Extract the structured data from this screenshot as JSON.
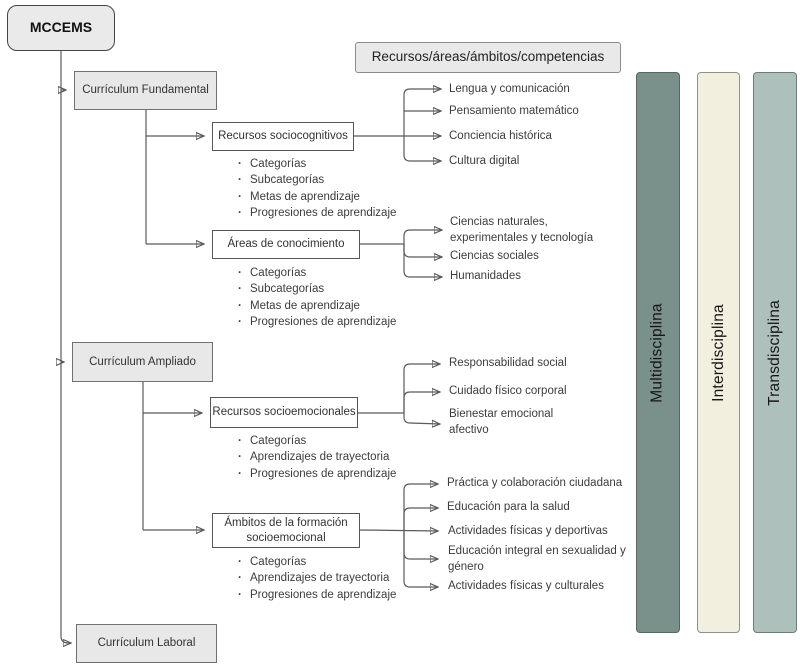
{
  "diagram": {
    "root": {
      "label": "MCCEMS"
    },
    "header": {
      "label": "Recursos/áreas/ámbitos/competencias"
    },
    "fundamental": {
      "label": "Currículum Fundamental",
      "sociocognitivos": {
        "label": "Recursos sociocognitivos",
        "bullets": [
          "Categorías",
          "Subcategorías",
          "Metas de aprendizaje",
          "Progresiones de aprendizaje"
        ],
        "targets": [
          "Lengua y comunicación",
          "Pensamiento matemático",
          "Conciencia histórica",
          "Cultura digital"
        ]
      },
      "areas": {
        "label": "Áreas de conocimiento",
        "bullets": [
          "Categorías",
          "Subcategorías",
          "Metas de aprendizaje",
          "Progresiones de aprendizaje"
        ],
        "targets": [
          "Ciencias naturales, experimentales y tecnología",
          "Ciencias sociales",
          "Humanidades"
        ]
      }
    },
    "ampliado": {
      "label": "Currículum Ampliado",
      "socioemocionales": {
        "label": "Recursos socioemocionales",
        "bullets": [
          "Categorías",
          "Aprendizajes de trayectoria",
          "Progresiones de aprendizaje"
        ],
        "targets": [
          "Responsabilidad social",
          "Cuidado físico corporal",
          "Bienestar emocional afectivo"
        ]
      },
      "ambitos": {
        "label": "Ámbitos de la formación socioemocional",
        "bullets": [
          "Categorías",
          "Aprendizajes de trayectoria",
          "Progresiones de aprendizaje"
        ],
        "targets": [
          "Práctica y colaboración ciudadana",
          "Educación para la salud",
          "Actividades físicas y deportivas",
          "Educación integral en sexualidad y género",
          "Actividades físicas y culturales"
        ]
      }
    },
    "laboral": {
      "label": "Currículum Laboral"
    },
    "columns": [
      {
        "label": "Multidisciplina",
        "color": "#79908b"
      },
      {
        "label": "Interdisciplina",
        "color": "#f2efde"
      },
      {
        "label": "Transdisciplina",
        "color": "#aec0bc"
      }
    ]
  }
}
